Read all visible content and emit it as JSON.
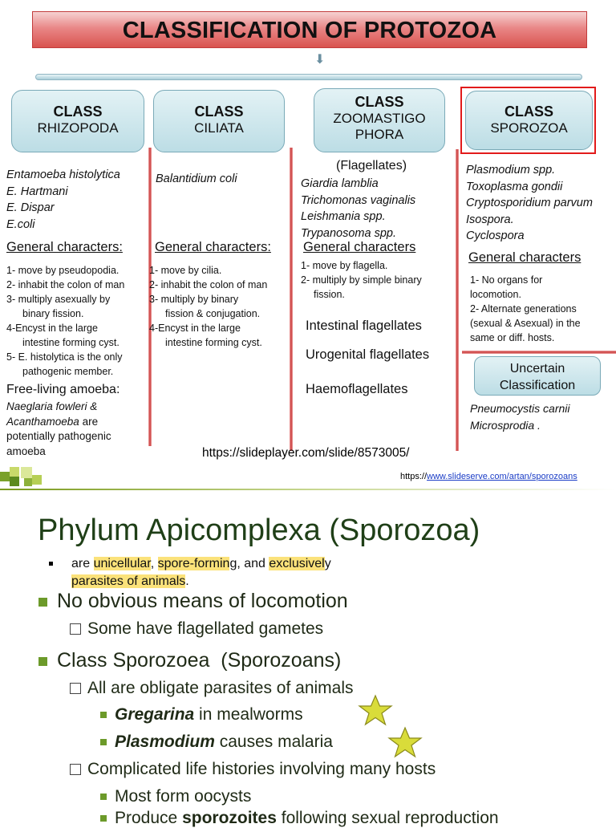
{
  "slide1": {
    "title": "CLASSIFICATION OF PROTOZOA",
    "arrow_glyph": "⬇",
    "classes": [
      {
        "line1": "CLASS",
        "line2": "RHIZOPODA"
      },
      {
        "line1": "CLASS",
        "line2": "CILIATA"
      },
      {
        "line1": "CLASS",
        "line2": "ZOOMASTIGO",
        "line3": "PHORA"
      },
      {
        "line1": "CLASS",
        "line2": "SPOROZOA"
      }
    ],
    "rhizopoda": {
      "species": [
        "Entamoeba histolytica",
        "E. Hartmani",
        "E. Dispar",
        "E.coli"
      ],
      "gc_heading": "General characters:",
      "chars": [
        "1- move by pseudopodia.",
        "2- inhabit the colon of man",
        "3- multiply asexually by",
        "binary fission.",
        "4-Encyst in the large",
        "intestine forming cyst.",
        "5- E. histolytica is the only",
        "pathogenic member."
      ],
      "free_heading": "Free-living amoeba:",
      "free_italic1": "Naeglaria fowleri &",
      "free_italic2": "Acanthamoeba",
      "free_tail2": " are",
      "free_line3": "potentially pathogenic",
      "free_line4": "amoeba"
    },
    "ciliata": {
      "species": [
        "Balantidium coli"
      ],
      "gc_heading": "General characters:",
      "chars": [
        "1- move by cilia.",
        "2- inhabit the colon of man",
        "3- multiply by binary",
        "fission & conjugation.",
        "4-Encyst in the large",
        "intestine forming cyst."
      ]
    },
    "zoomastigophora": {
      "subtitle": "(Flagellates)",
      "species": [
        "Giardia lamblia",
        "Trichomonas vaginalis",
        "Leishmania spp.",
        "Trypanosoma spp."
      ],
      "gc_heading": "General characters",
      "chars": [
        "1- move by flagella.",
        "2- multiply by simple binary",
        "fission."
      ],
      "groups": [
        "Intestinal flagellates",
        "Urogenital flagellates",
        "Haemoflagellates"
      ]
    },
    "sporozoa": {
      "species": [
        "Plasmodium spp.",
        "Toxoplasma gondii",
        "Cryptosporidium parvum",
        "Isospora.",
        "Cyclospora"
      ],
      "gc_heading": "General characters",
      "chars": [
        "1- No organs for",
        "locomotion.",
        "2- Alternate generations",
        "(sexual & Asexual) in the",
        "same or diff. hosts."
      ],
      "uncertain_line1": "Uncertain",
      "uncertain_line2": "Classification",
      "uncertain_species": [
        "Pneumocystis carnii",
        "Microsprodia ."
      ]
    },
    "url": "https://slideplayer.com/slide/8573005/"
  },
  "slide2": {
    "url_prefix": "https://",
    "url_link": "www.slideserve.com/artan/sporozoans",
    "title": "Phylum Apicomplexa (Sporozoa)",
    "intro": {
      "w1": "are ",
      "h1": "unicellular",
      "w2": ", ",
      "h2": "spore-formin",
      "w3": "g, and ",
      "h3": "exclusivel",
      "w4": "y",
      "h4": "parasites of animals",
      "w5": "."
    },
    "bullet1": "No obvious means of locomotion",
    "bullet1_sub": "Some have flagellated gametes",
    "bullet2": "Class Sporozoea  (Sporozoans)",
    "sub1": "All are obligate parasites of animals",
    "gregarina_bold": "Gregarina",
    "gregarina_rest": " in mealworms",
    "plasmodium_bold": "Plasmodium",
    "plasmodium_rest": " causes malaria",
    "sub2": "Complicated life histories involving many hosts",
    "sub2_a": "Most form oocysts",
    "sub2_b_pre": "Produce ",
    "sub2_b_bold": "sporozoites",
    "sub2_b_post": " following sexual reproduction",
    "colors": {
      "title": "#1f3f17",
      "bullet": "#6c9a2a",
      "highlight": "#fbe27a",
      "star": "#d9dc3a"
    }
  }
}
